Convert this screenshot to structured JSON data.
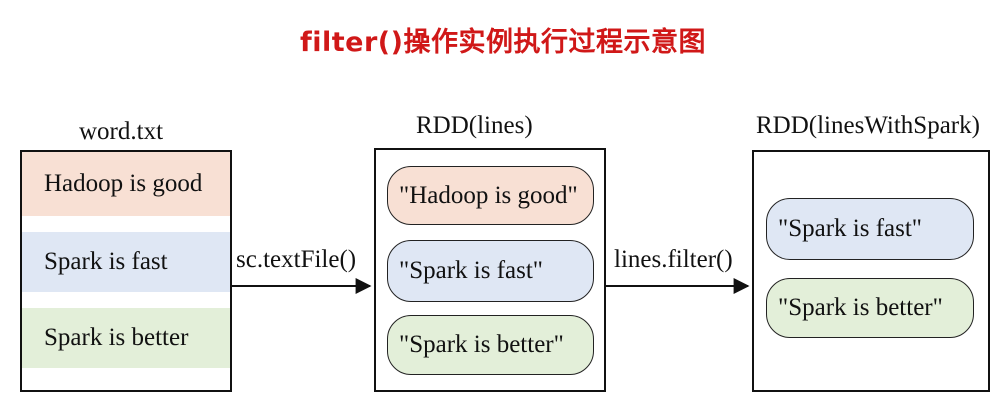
{
  "title": "filter()操作实例执行过程示意图",
  "file": {
    "label": "word.txt",
    "rows": [
      {
        "text": "Hadoop is good",
        "color": "#f8e0d4"
      },
      {
        "text": "Spark is fast",
        "color": "#dfe7f4"
      },
      {
        "text": "Spark is better",
        "color": "#e3efd9"
      }
    ]
  },
  "rdd_lines": {
    "label": "RDD(lines)",
    "items": [
      {
        "text": "\"Hadoop is good\"",
        "color": "#f8e0d4"
      },
      {
        "text": "\"Spark is fast\"",
        "color": "#dfe7f4"
      },
      {
        "text": "\"Spark is better\"",
        "color": "#e3efd9"
      }
    ]
  },
  "rdd_filtered": {
    "label": "RDD(linesWithSpark)",
    "items": [
      {
        "text": "\"Spark is fast\"",
        "color": "#dfe7f4"
      },
      {
        "text": "\"Spark is better\"",
        "color": "#e3efd9"
      }
    ]
  },
  "arrows": {
    "first": "sc.textFile()",
    "second": "lines.filter()"
  }
}
